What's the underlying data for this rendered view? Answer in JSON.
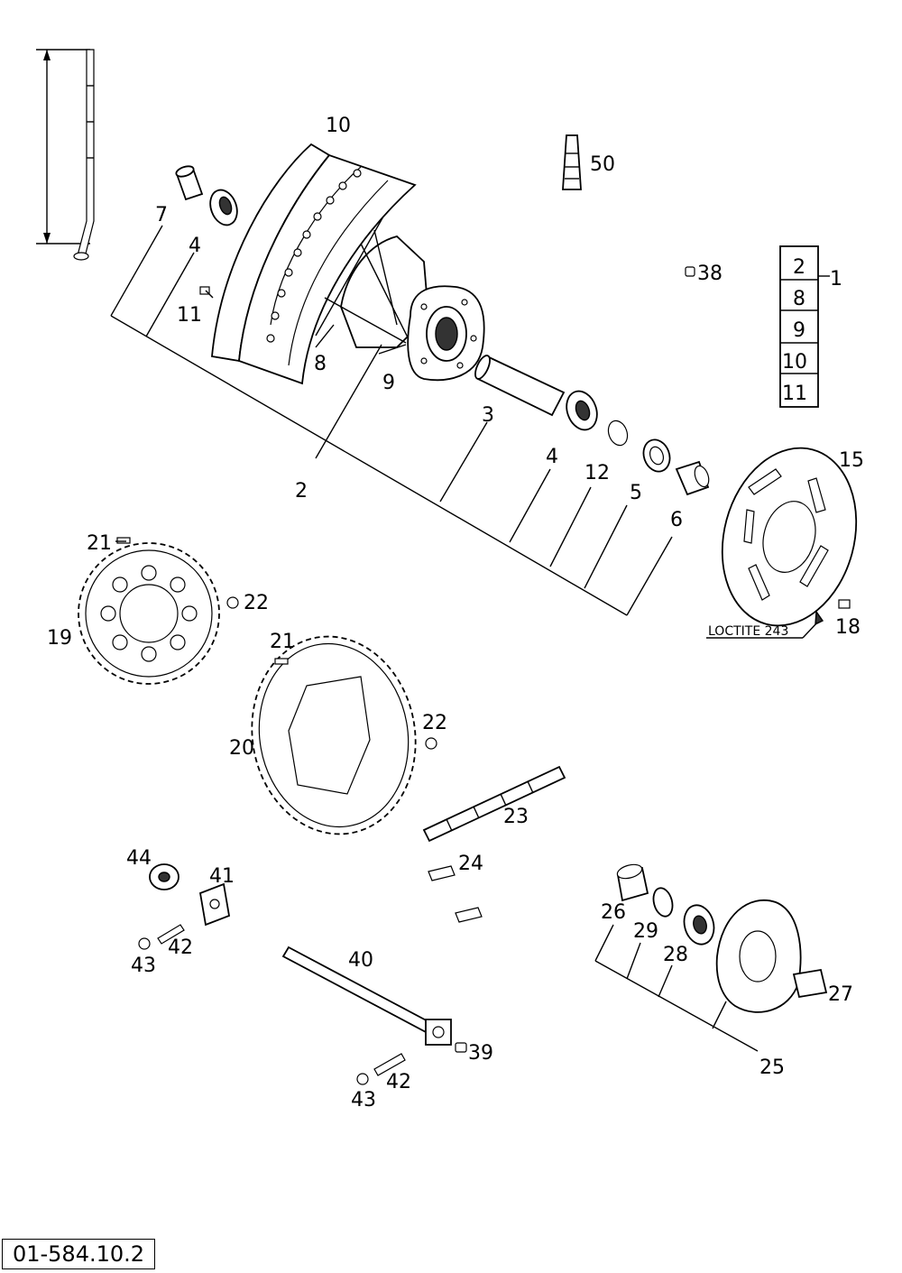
{
  "parts": {
    "p1": "1",
    "p2a": "2",
    "p2b": "2",
    "p3": "3",
    "p4a": "4",
    "p4b": "4",
    "p5": "5",
    "p6": "6",
    "p7": "7",
    "p8a": "8",
    "p8b": "8",
    "p9a": "9",
    "p9b": "9",
    "p10a": "10",
    "p10b": "10",
    "p11a": "11",
    "p11b": "11",
    "p12": "12",
    "p15": "15",
    "p18": "18",
    "p19": "19",
    "p20": "20",
    "p21a": "21",
    "p21b": "21",
    "p22a": "22",
    "p22b": "22",
    "p23": "23",
    "p24": "24",
    "p25": "25",
    "p26": "26",
    "p27": "27",
    "p28": "28",
    "p29": "29",
    "p38": "38",
    "p39": "39",
    "p40": "40",
    "p41": "41",
    "p42a": "42",
    "p42b": "42",
    "p43a": "43",
    "p43b": "43",
    "p44": "44",
    "p50": "50"
  },
  "note_loctite": "LOCTITE 243",
  "drawing_code": "01-584.10.2"
}
